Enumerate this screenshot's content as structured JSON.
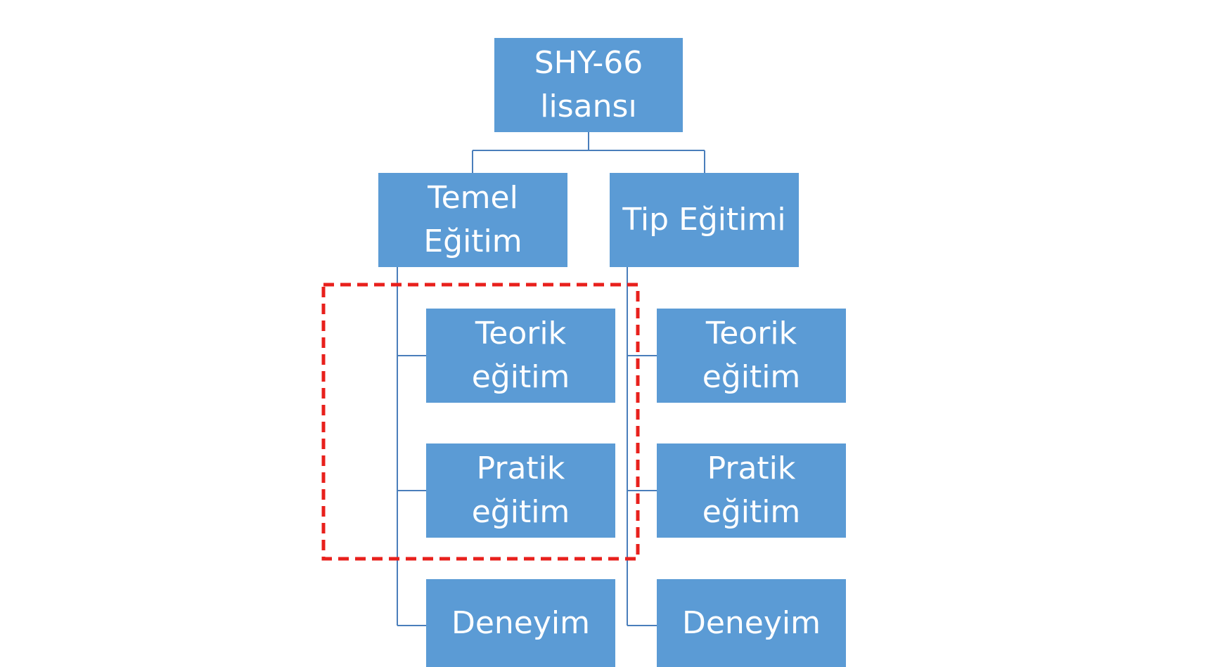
{
  "colors": {
    "box_fill": "#5B9BD5",
    "box_text": "#FFFFFF",
    "connector": "#4A7EBB",
    "highlight": "#E8201C",
    "background": "#FFFFFF"
  },
  "org_chart": {
    "root": {
      "label": "SHY-66\nlisansı"
    },
    "branches": [
      {
        "label": "Temel\nEğitim",
        "children": [
          {
            "label": "Teorik\neğitim"
          },
          {
            "label": "Pratik\neğitim"
          },
          {
            "label": "Deneyim"
          }
        ]
      },
      {
        "label": "Tip Eğitimi",
        "children": [
          {
            "label": "Teorik\neğitim"
          },
          {
            "label": "Pratik\neğitim"
          },
          {
            "label": "Deneyim"
          }
        ]
      }
    ],
    "highlight": {
      "style": "dashed",
      "encloses": "Temel Eğitim: Teorik eğitim, Pratik eğitim"
    }
  }
}
